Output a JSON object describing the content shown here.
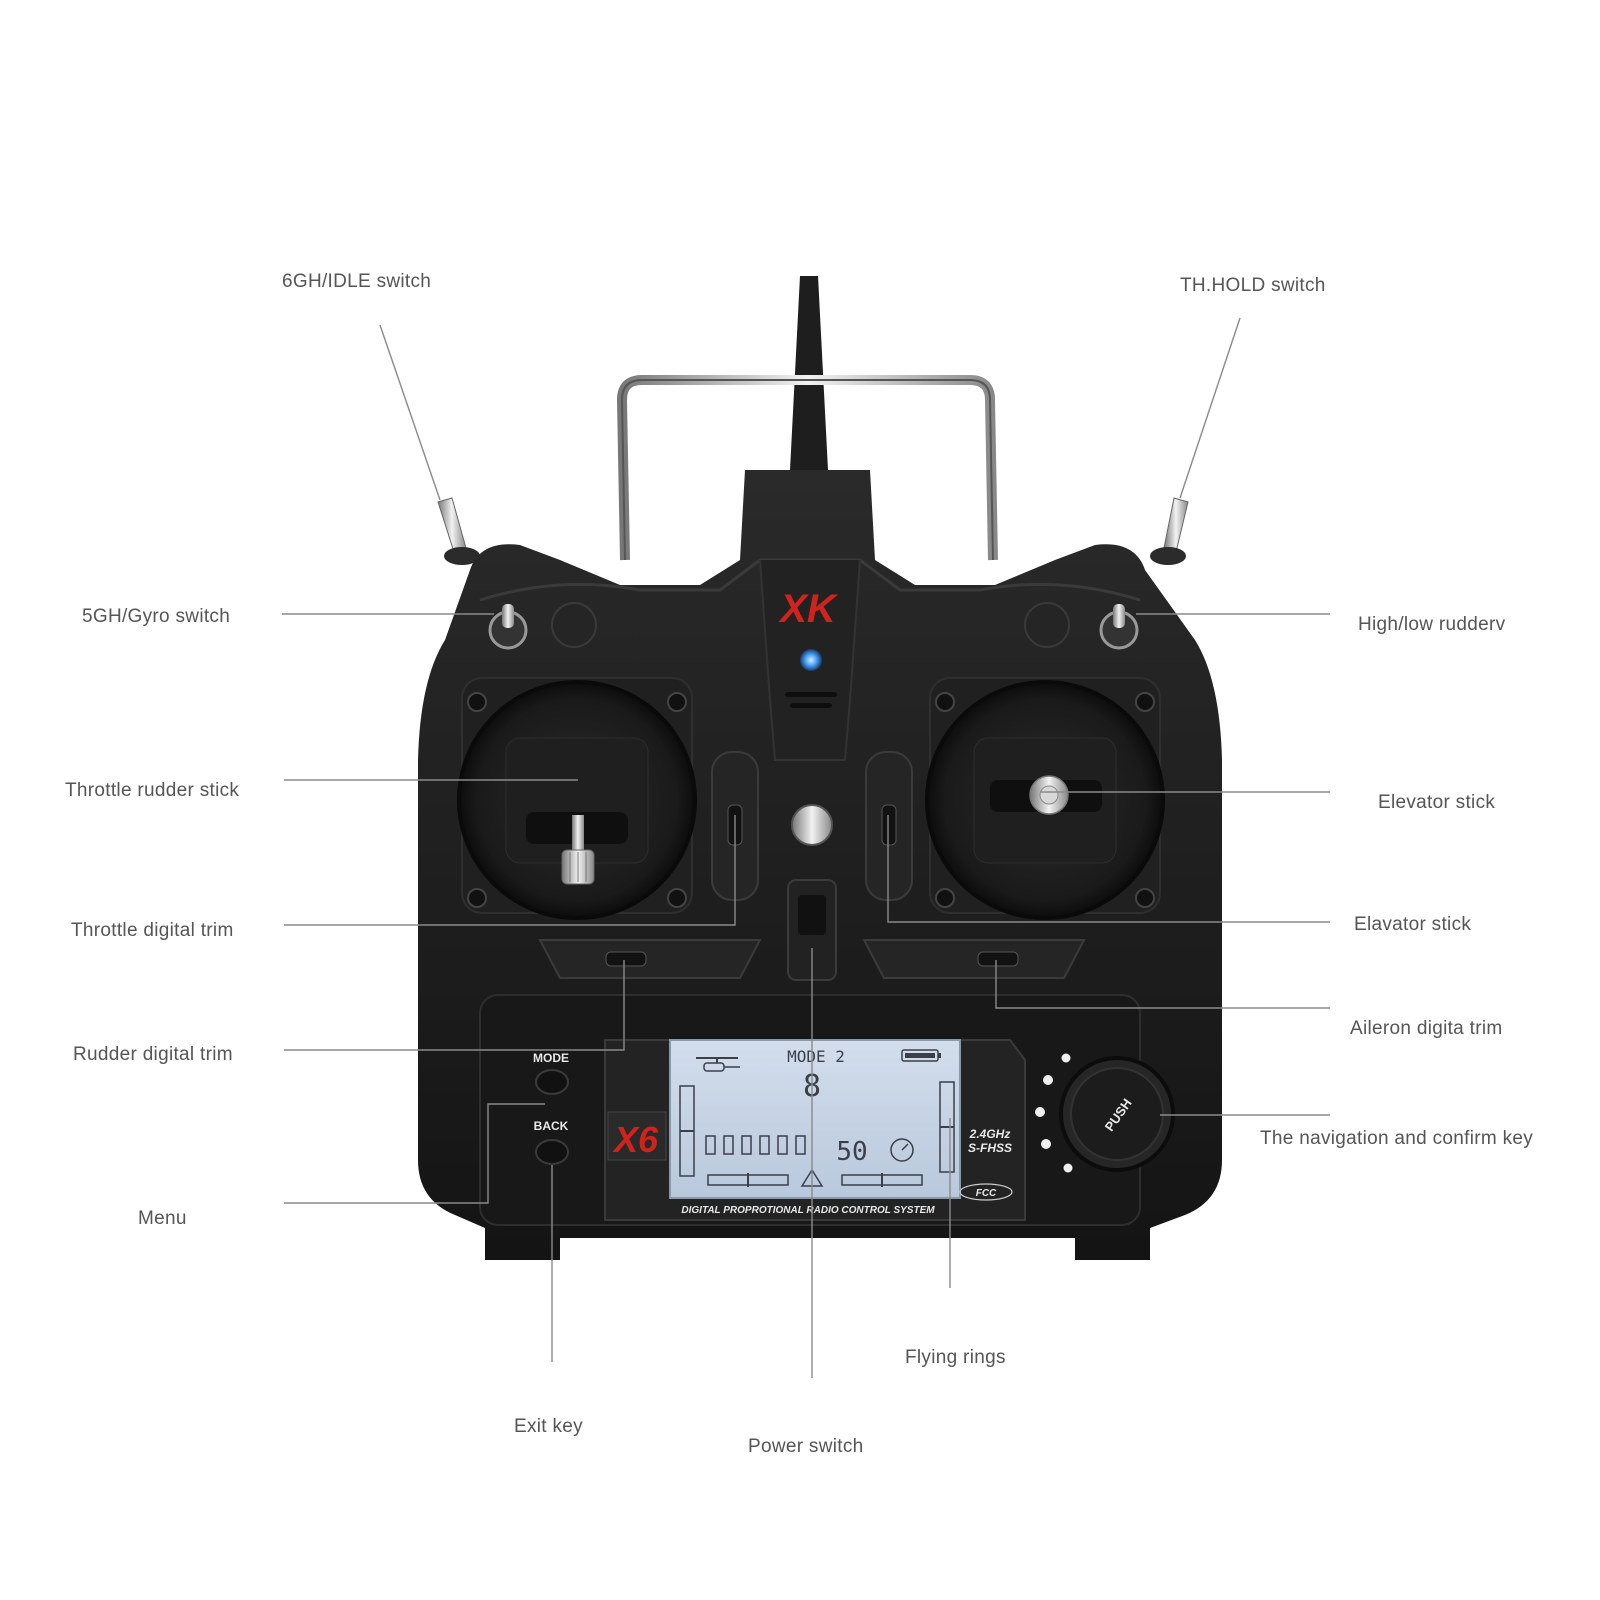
{
  "callouts": {
    "gh6_idle_switch": "6GH/IDLE switch",
    "th_hold_switch": "TH.HOLD switch",
    "gh5_gyro_switch": "5GH/Gyro switch",
    "high_low_rudder": "High/low rudderv",
    "throttle_rudder_stick": "Throttle rudder stick",
    "elevator_stick": "Elevator stick",
    "throttle_digital_trim": "Throttle digital trim",
    "elavator_stick": "Elavator stick",
    "rudder_digital_trim": "Rudder digital trim",
    "aileron_digita_trim": "Aileron digita trim",
    "nav_confirm_key": "The navigation and  confirm key",
    "menu": "Menu",
    "flying_rings": "Flying rings",
    "exit_key": "Exit key",
    "power_switch": "Power switch"
  },
  "device": {
    "brand_logo": "XK",
    "model_badge": "X6",
    "mode_button_label": "MODE",
    "back_button_label": "BACK",
    "push_label": "PUSH",
    "band_label": "2.4GHz",
    "fhss_label": "S-FHSS",
    "footer_text": "DIGITAL PROPROTIONAL RADIO CONTROL SYSTEM",
    "fcc_mark": "FCC",
    "lcd": {
      "mode_text": "MODE  2",
      "model_number": "8",
      "value_text": "50"
    }
  },
  "colors": {
    "body": "#1c1c1c",
    "logo_red": "#d0231c",
    "lcd_background": "#c6d4e6",
    "led": "#4aa3ff"
  }
}
